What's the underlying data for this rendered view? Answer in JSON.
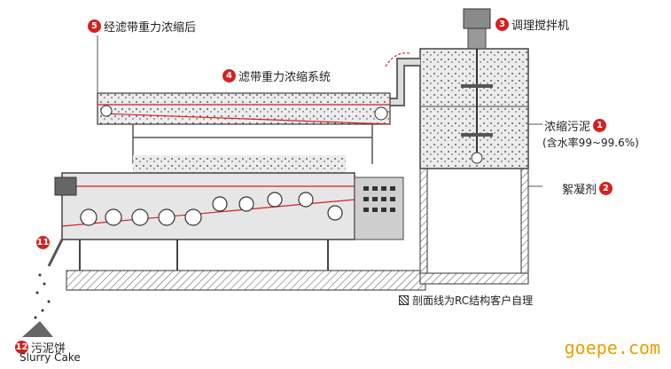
{
  "labels": {
    "step5": {
      "num": "5",
      "text": "经滤带重力浓缩后"
    },
    "step4": {
      "num": "4",
      "text": "滤带重力浓缩系统"
    },
    "step3": {
      "num": "3",
      "text": "调理搅拌机"
    },
    "step1": {
      "num": "1",
      "text": "浓缩污泥",
      "sub": "(含水率99~99.6%)"
    },
    "step2": {
      "num": "2",
      "text": "絮凝剂"
    },
    "step12": {
      "num": "12",
      "text": "污泥饼",
      "sub": "Slurry Cake"
    },
    "step11": {
      "num": "11"
    }
  },
  "legend_text": "剖面线为RC结构客户自理",
  "watermark": "goepe.com",
  "colors": {
    "accent": "#d42020",
    "frame": "#555555",
    "fill": "#dcdcdc"
  }
}
